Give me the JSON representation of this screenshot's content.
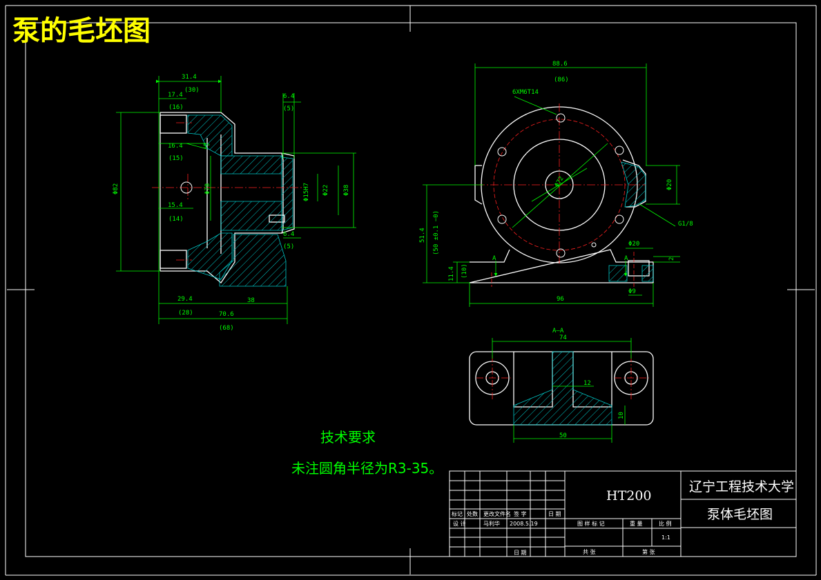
{
  "drawing_title": "泵的毛坯图",
  "side_view": {
    "dims": {
      "d314": "31.4",
      "d30": "(30)",
      "d174": "17.4",
      "d16": "(16)",
      "d164": "16.4",
      "d15": "(15)",
      "d5deg": "5°",
      "d154": "15.4",
      "d14": "(14)",
      "d294": "29.4",
      "d28": "(28)",
      "d38": "38",
      "d706": "70.6",
      "d68": "(68)",
      "d64a": "6.4",
      "d5a": "(5)",
      "d64b": "6.4",
      "d5b": "(5)",
      "dphi82": "Φ82",
      "dphi78": "Φ78",
      "dphi15h7": "Φ15H7",
      "dphi22": "Φ22",
      "dphi38": "Φ38"
    }
  },
  "front_view": {
    "dims": {
      "d886": "88.6",
      "d86": "(86)",
      "thread": "6XM6T14",
      "dphi72": "Φ72",
      "dphi20": "Φ20",
      "pipe": "G1/8",
      "d514": "51.4",
      "d50": "(50 ±0.1 −0)",
      "d114": "11.4",
      "d10": "(10)",
      "d96": "96",
      "dphi20b": "Φ20",
      "dphi9": "Φ9",
      "d2": "2",
      "secA1": "A",
      "secA2": "A"
    }
  },
  "section_view": {
    "title": "A—A",
    "dims": {
      "d74": "74",
      "d12": "12",
      "d10": "10",
      "d50": "50"
    }
  },
  "notes": {
    "heading": "技术要求",
    "text": "未注圆角半径为R3-35。"
  },
  "title_block": {
    "material": "HT200",
    "school": "辽宁工程技术大学",
    "drawing_name": "泵体毛坯图",
    "row_labels": [
      "标记",
      "处数",
      "更改文件名",
      "签 字",
      "日 期"
    ],
    "design_row": [
      "设 计",
      "马利华",
      "2008.5.19"
    ],
    "review_date": "日 期",
    "stage_labels": [
      "图 样 标 记",
      "重 量",
      "比 例"
    ],
    "scale": "1:1",
    "sheet_labels": [
      "共 张",
      "第 张"
    ]
  },
  "colors": {
    "outline": "#ffffff",
    "dimension": "#00ff00",
    "hatch": "#00c8c8",
    "center": "#ff2020",
    "title_text": "#ffff00",
    "note_text": "#00ff00",
    "frame": "#ffffff"
  }
}
